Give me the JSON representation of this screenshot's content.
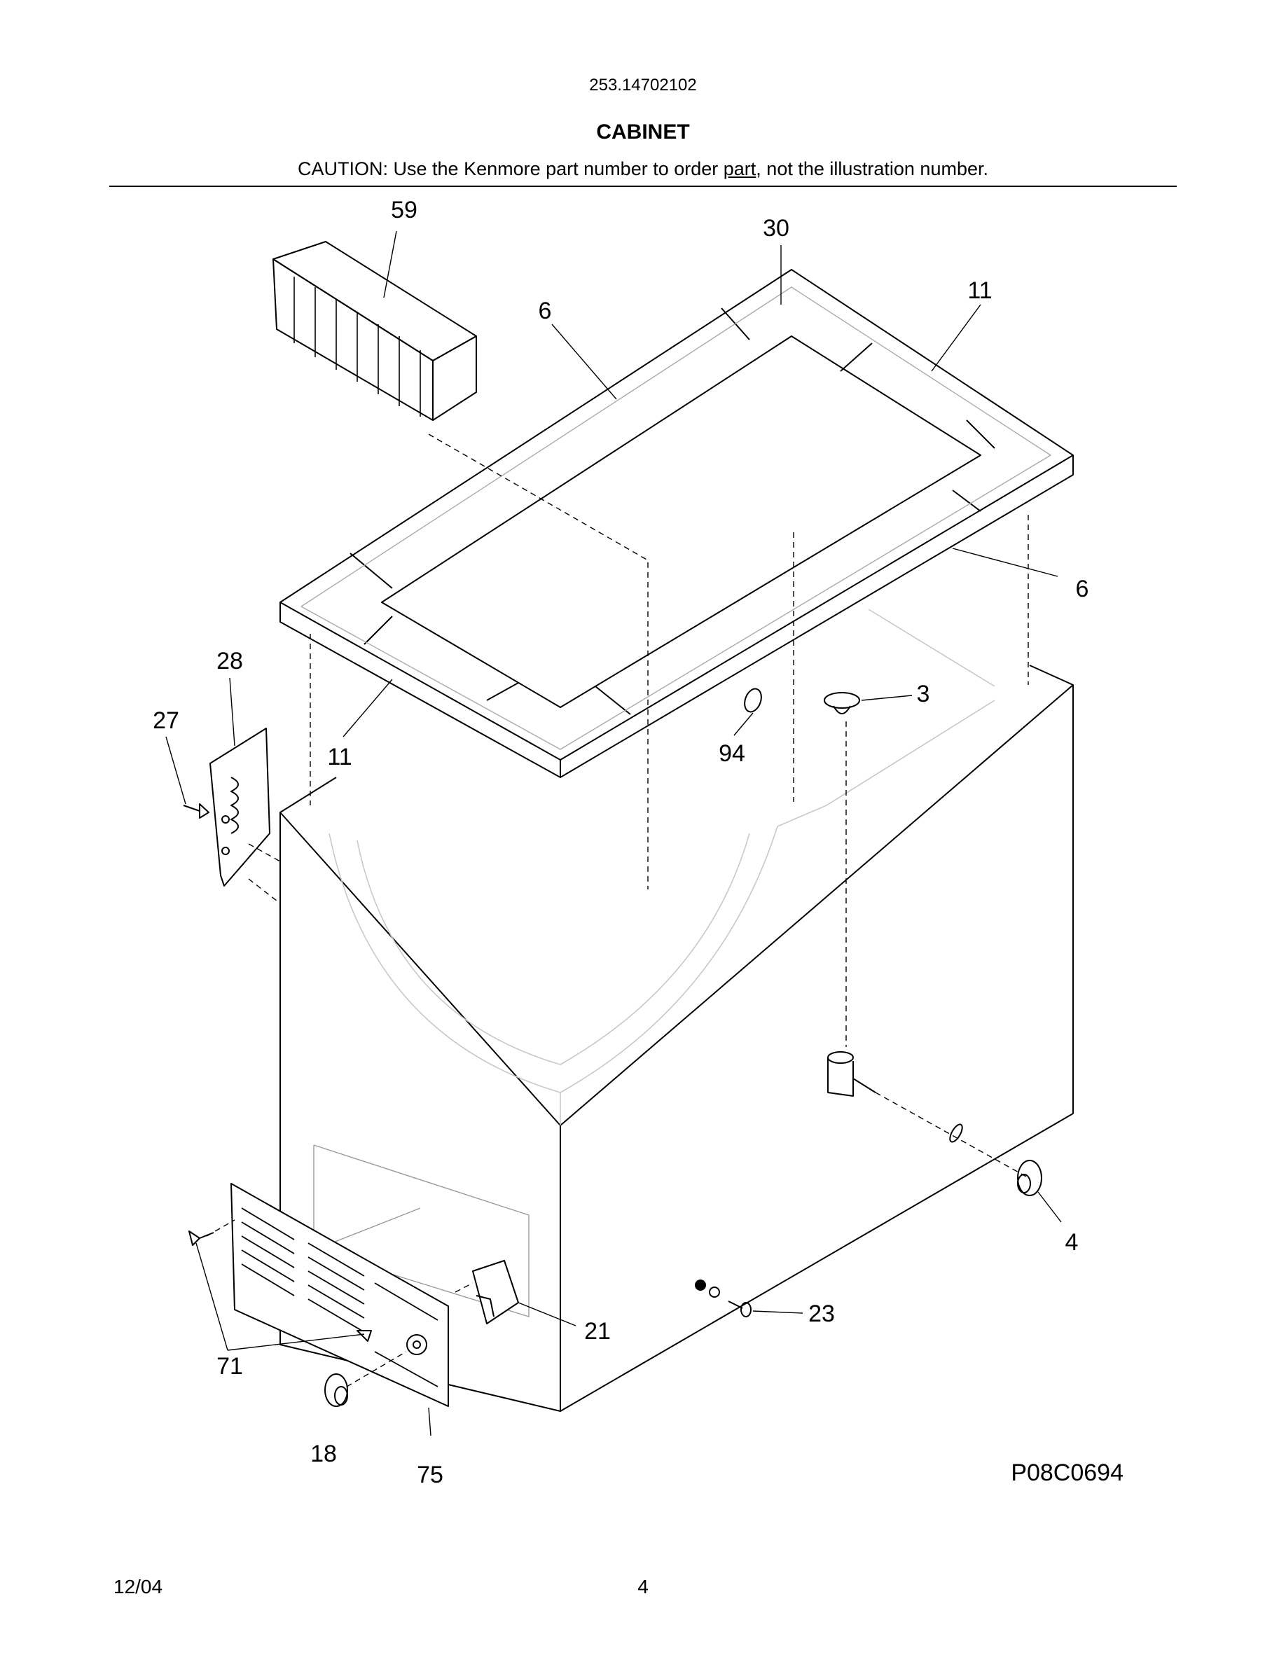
{
  "header": {
    "model_number": "253.14702102",
    "section_title": "CABINET",
    "caution_prefix": "CAUTION: Use the Kenmore part number to order ",
    "caution_underlined": "part",
    "caution_suffix": ", not the illustration number."
  },
  "callouts": [
    "59",
    "30",
    "11",
    "6",
    "6",
    "28",
    "27",
    "11",
    "3",
    "94",
    "4",
    "21",
    "23",
    "71",
    "18",
    "75"
  ],
  "diagram_code": "P08C0694",
  "footer": {
    "date": "12/04",
    "page": "4"
  }
}
